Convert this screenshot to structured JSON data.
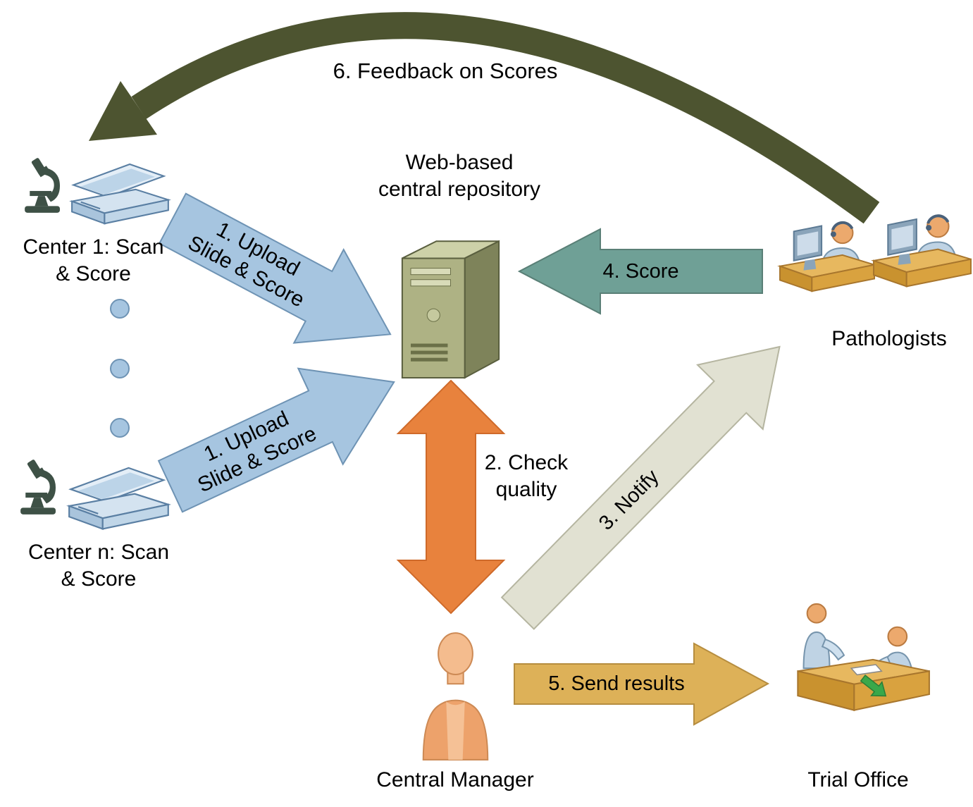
{
  "diagram": {
    "background": "#ffffff",
    "labels": {
      "feedback_arrow": "6. Feedback on Scores",
      "center_1": {
        "line1": "Center 1: Scan",
        "line2": "& Score"
      },
      "center_n": {
        "line1": "Center n: Scan",
        "line2": "& Score"
      },
      "repository": {
        "line1": "Web-based",
        "line2": "central repository"
      },
      "pathologists": "Pathologists",
      "central_manager": "Central Manager",
      "trial_office": "Trial Office"
    },
    "arrows": {
      "upload_top": {
        "line1": "1. Upload",
        "line2": "Slide & Score",
        "fill": "#a6c5e0"
      },
      "upload_bottom": {
        "line1": "1. Upload",
        "line2": "Slide & Score",
        "fill": "#a6c5e0"
      },
      "check_quality": {
        "line1": "2. Check",
        "line2": "quality",
        "fill": "#e8823d"
      },
      "notify": {
        "label": "3. Notify",
        "fill": "#e1e1d2"
      },
      "score": {
        "label": "4. Score",
        "fill": "#6fa096"
      },
      "send_results": {
        "label": "5. Send results",
        "fill": "#ddb158"
      },
      "feedback": {
        "fill": "#4d5430"
      }
    },
    "icons": {
      "microscope": {
        "color": "#3e5146"
      },
      "scanner": {
        "color": "#cfe0ef"
      },
      "server": {
        "color": "#aeb284"
      },
      "desk": {
        "color": "#e7b85f"
      },
      "person_skin": {
        "color": "#eca96d"
      },
      "manager_body": {
        "color": "#eda26b"
      },
      "trial_arrow": {
        "color": "#3aa84a"
      }
    }
  }
}
